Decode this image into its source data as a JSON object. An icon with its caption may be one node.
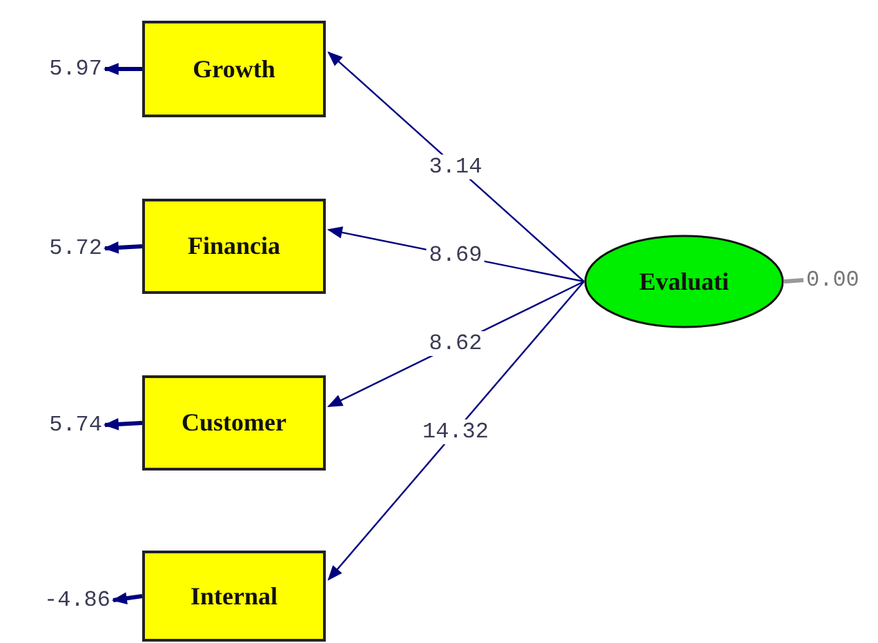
{
  "diagram": {
    "nodes": [
      {
        "text": [
          "Growth"
        ]
      },
      {
        "text": [
          "Financia"
        ]
      },
      {
        "text": [
          "Customer"
        ]
      },
      {
        "text": [
          "Internal"
        ]
      },
      {
        "text": [
          "Evaluati"
        ]
      },
      {
        "text": [
          "5.97"
        ]
      },
      {
        "text": [
          "5.72"
        ]
      },
      {
        "text": [
          "5.74"
        ]
      },
      {
        "text": [
          "-4.86"
        ]
      },
      {
        "text": [
          "0.00"
        ]
      }
    ],
    "edges": [
      {
        "from": 4,
        "to": 0,
        "arrow": "to",
        "label": "3.14"
      },
      {
        "from": 4,
        "to": 1,
        "arrow": "to",
        "label": "8.69"
      },
      {
        "from": 4,
        "to": 2,
        "arrow": "to",
        "label": "8.62"
      },
      {
        "from": 4,
        "to": 3,
        "arrow": "to",
        "label": "14.32"
      },
      {
        "from": 0,
        "to": 5,
        "arrow": "to"
      },
      {
        "from": 1,
        "to": 6,
        "arrow": "to"
      },
      {
        "from": 2,
        "to": 7,
        "arrow": "to"
      },
      {
        "from": 3,
        "to": 8,
        "arrow": "to"
      },
      {
        "from": 4,
        "to": 9,
        "arrow": "none",
        "color": "#999999"
      }
    ]
  }
}
